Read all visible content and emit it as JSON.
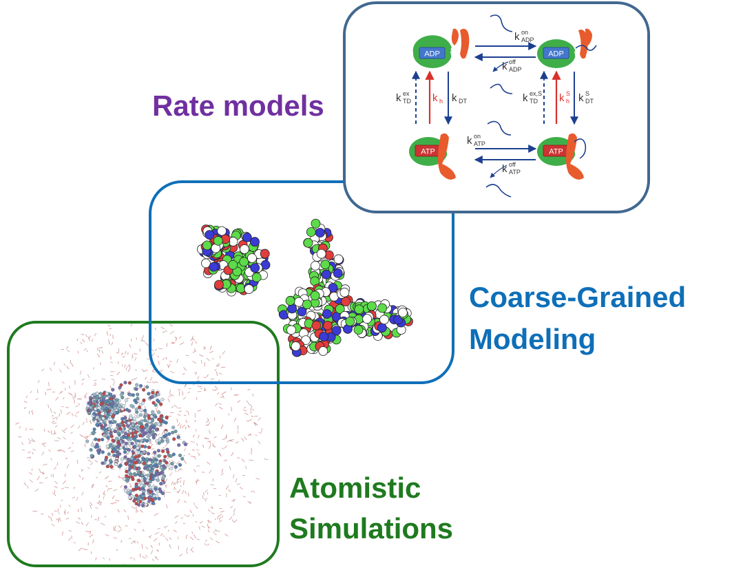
{
  "colors": {
    "rate_frame": "#41688f",
    "rate_label": "#7030a0",
    "cg_frame": "#0e6fb8",
    "cg_label": "#0e6fb8",
    "atom_frame": "#1f7a1f",
    "atom_label": "#1f7a1f",
    "enzyme": "#3fae49",
    "adp_chip": "#4477cc",
    "atp_chip": "#cc3333",
    "substrate": "#e85b2c",
    "arrow_blue": "#1c3f8f",
    "arrow_red": "#d9302c",
    "water": "#d88a8a"
  },
  "labels": {
    "rate_models": "Rate models",
    "coarse_grained_line1": "Coarse-Grained",
    "coarse_grained_line2": "Modeling",
    "atomistic_line1": "Atomistic",
    "atomistic_line2": "Simulations"
  },
  "scheme": {
    "states": [
      {
        "id": "adp_free",
        "chip": "ADP"
      },
      {
        "id": "adp_bound",
        "chip": "ADP"
      },
      {
        "id": "atp_free",
        "chip": "ATP"
      },
      {
        "id": "atp_bound",
        "chip": "ATP"
      }
    ],
    "rates": {
      "k_on_adp": {
        "k": "k",
        "sup": "on",
        "sub": "ADP"
      },
      "k_off_adp": {
        "k": "k",
        "sup": "off",
        "sub": "ADP"
      },
      "k_on_atp": {
        "k": "k",
        "sup": "on",
        "sub": "ATP"
      },
      "k_off_atp": {
        "k": "k",
        "sup": "off",
        "sub": "ATP"
      },
      "k_td_ex": {
        "k": "k",
        "sup": "ex",
        "sub": "TD"
      },
      "k_h": {
        "k": "k",
        "sup": "",
        "sub": "h"
      },
      "k_dt": {
        "k": "k",
        "sup": "",
        "sub": "DT"
      },
      "k_td_ex_s": {
        "k": "k",
        "sup": "ex,S",
        "sub": "TD"
      },
      "k_h_s": {
        "k": "k",
        "sup": "S",
        "sub": "h"
      },
      "k_dt_s": {
        "k": "k",
        "sup": "S",
        "sub": "DT"
      }
    }
  }
}
